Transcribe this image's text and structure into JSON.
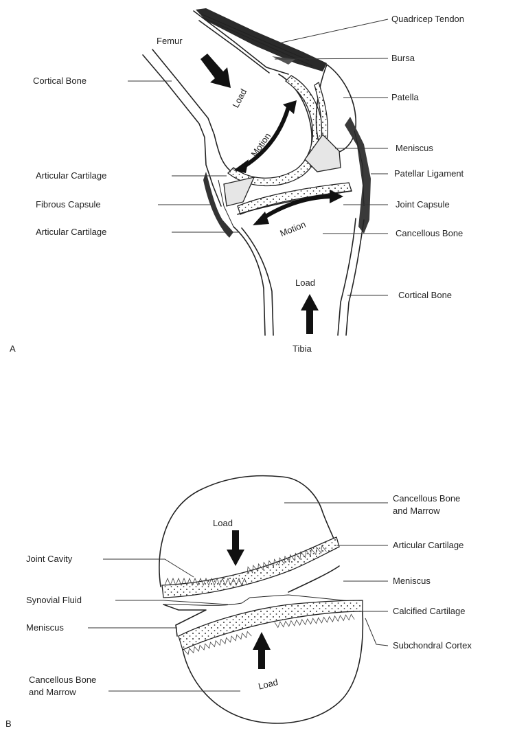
{
  "panel_a": {
    "panel_letter": "A",
    "labels": {
      "femur": "Femur",
      "tibia": "Tibia",
      "load_top": "Load",
      "load_bottom": "Load",
      "motion_upper": "Motion",
      "motion_lower": "Motion",
      "quadricep_tendon": "Quadricep Tendon",
      "bursa": "Bursa",
      "patella": "Patella",
      "meniscus": "Meniscus",
      "patellar_ligament": "Patellar Ligament",
      "joint_capsule": "Joint Capsule",
      "cancellous_bone": "Cancellous Bone",
      "cortical_bone_right": "Cortical Bone",
      "cortical_bone_left": "Cortical Bone",
      "articular_cartilage_upper": "Articular Cartilage",
      "fibrous_capsule": "Fibrous Capsule",
      "articular_cartilage_lower": "Articular Cartilage"
    }
  },
  "panel_b": {
    "panel_letter": "B",
    "labels": {
      "load_top": "Load",
      "load_bottom": "Load",
      "cancellous_top_line1": "Cancellous Bone",
      "cancellous_top_line2": "and Marrow",
      "articular_cartilage": "Articular Cartilage",
      "meniscus_right": "Meniscus",
      "calcified_cartilage": "Calcified Cartilage",
      "subchondral_cortex": "Subchondral Cortex",
      "joint_cavity": "Joint Cavity",
      "synovial_fluid": "Synovial Fluid",
      "meniscus_left": "Meniscus",
      "cancellous_bottom_line1": "Cancellous Bone",
      "cancellous_bottom_line2": "and Marrow"
    }
  }
}
